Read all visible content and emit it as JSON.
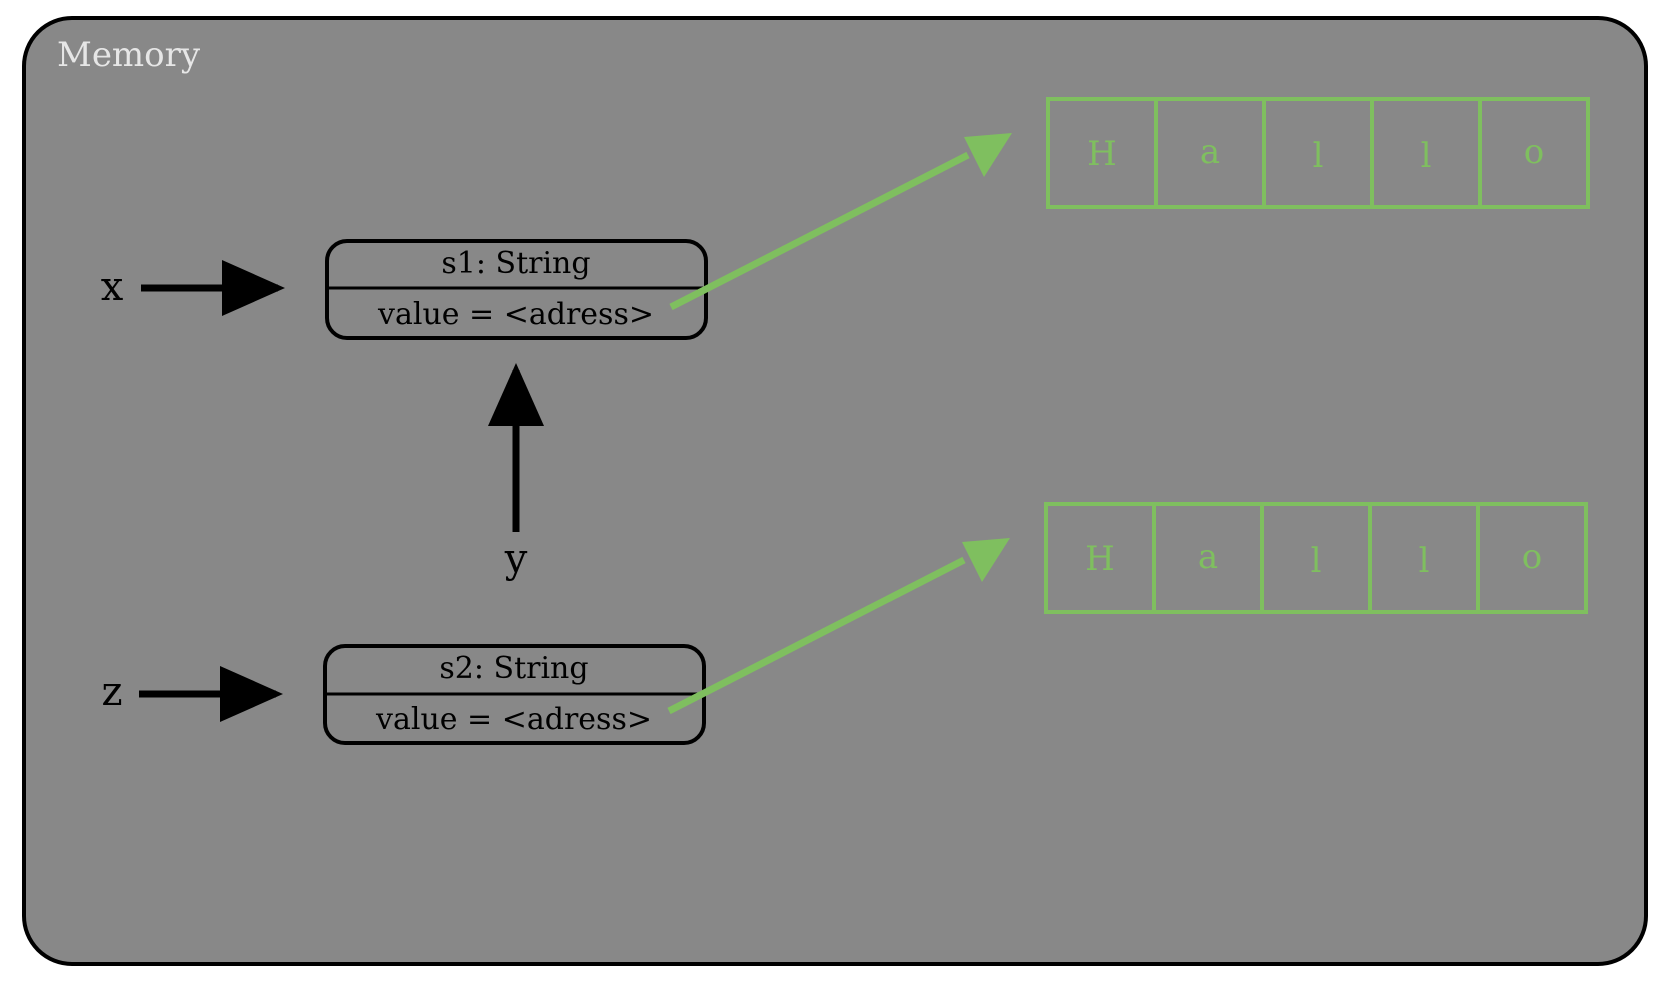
{
  "memory": {
    "label": "Memory",
    "background": "#888888",
    "border_color": "#000000",
    "label_color": "#e6e6e6"
  },
  "variables": {
    "x": "x",
    "y": "y",
    "z": "z"
  },
  "objects": {
    "s1": {
      "title": "s1: String",
      "field": "value = <adress>"
    },
    "s2": {
      "title": "s2: String",
      "field": "value = <adress>"
    }
  },
  "char_arrays": {
    "color": "#7fbf5f",
    "array1": [
      "H",
      "a",
      "l",
      "l",
      "o"
    ],
    "array2": [
      "H",
      "a",
      "l",
      "l",
      "o"
    ]
  }
}
